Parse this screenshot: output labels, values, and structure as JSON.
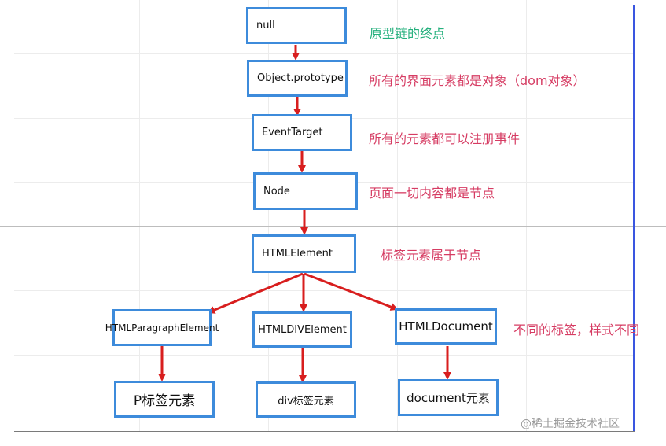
{
  "nodes": {
    "null": "null",
    "object_prototype": "Object.prototype",
    "event_target": "EventTarget",
    "node": "Node",
    "html_element": "HTMLElement",
    "html_paragraph_element": "HTMLParagraphElement",
    "html_div_element": "HTMLDIVElement",
    "html_document": "HTMLDocument",
    "p_element": "P标签元素",
    "div_element": "div标签元素",
    "document_element": "document元素"
  },
  "notes": {
    "null_note": "原型链的终点",
    "object_prototype_note": "所有的界面元素都是对象（dom对象）",
    "event_target_note": "所有的元素都可以注册事件",
    "node_note": "页面一切内容都是节点",
    "html_element_note": "标签元素属于节点",
    "html_document_note": "不同的标签，样式不同"
  },
  "watermark": "@稀土掘金技术社区",
  "colors": {
    "box_border": "#3d8bdb",
    "arrow": "#d81e1e",
    "note_green": "#25b07d",
    "note_red": "#d63c63",
    "blue_rule": "#3a56e0"
  }
}
